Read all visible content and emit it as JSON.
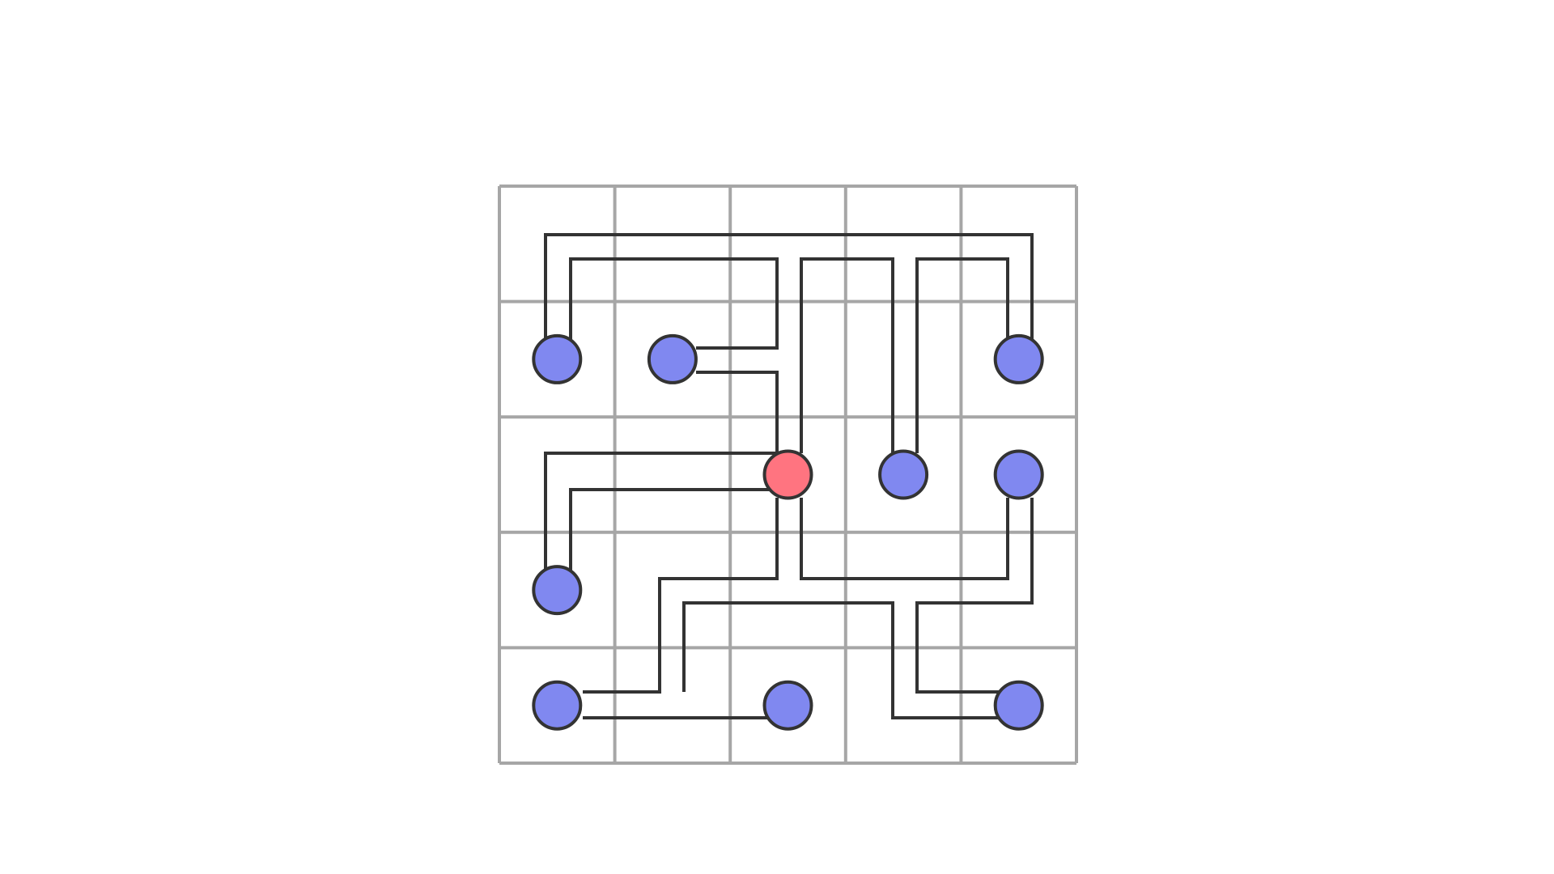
{
  "puzzle": {
    "rows": 5,
    "cols": 5,
    "colors": {
      "background": "#ffffff",
      "grid": "#a6a6a6",
      "wire": "#333333",
      "node_fill": "#8088f0",
      "source_fill": "#ff7480",
      "node_stroke": "#333333"
    },
    "source": {
      "row": 2,
      "col": 2
    },
    "nodes": [
      {
        "row": 1,
        "col": 0
      },
      {
        "row": 1,
        "col": 1
      },
      {
        "row": 1,
        "col": 4
      },
      {
        "row": 2,
        "col": 3
      },
      {
        "row": 2,
        "col": 4
      },
      {
        "row": 3,
        "col": 0
      },
      {
        "row": 4,
        "col": 0
      },
      {
        "row": 4,
        "col": 2
      },
      {
        "row": 4,
        "col": 4
      }
    ]
  }
}
